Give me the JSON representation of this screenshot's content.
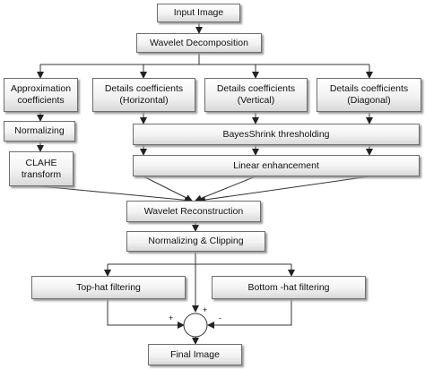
{
  "diagram": {
    "nodes": {
      "input_image": [
        "Input Image"
      ],
      "wavelet_decomposition": [
        "Wavelet Decomposition"
      ],
      "approximation": [
        "Approximation",
        "coefficients"
      ],
      "details_horizontal": [
        "Details coefficients",
        "(Horizontal)"
      ],
      "details_vertical": [
        "Details coefficients",
        "(Vertical)"
      ],
      "details_diagonal": [
        "Details coefficients",
        "(Diagonal)"
      ],
      "normalizing": [
        "Normalizing"
      ],
      "bayesshrink": [
        "BayesShrink thresholding"
      ],
      "clahe": [
        "CLAHE",
        "transform"
      ],
      "linear_enhancement": [
        "Linear enhancement"
      ],
      "wavelet_reconstruction": [
        "Wavelet Reconstruction"
      ],
      "normalizing_clipping": [
        "Normalizing & Clipping"
      ],
      "tophat": [
        "Top-hat filtering"
      ],
      "bottomhat": [
        "Bottom  -hat filtering"
      ],
      "final_image": [
        "Final Image"
      ]
    },
    "signs": {
      "left": "+",
      "top": "+",
      "right": "-"
    }
  }
}
